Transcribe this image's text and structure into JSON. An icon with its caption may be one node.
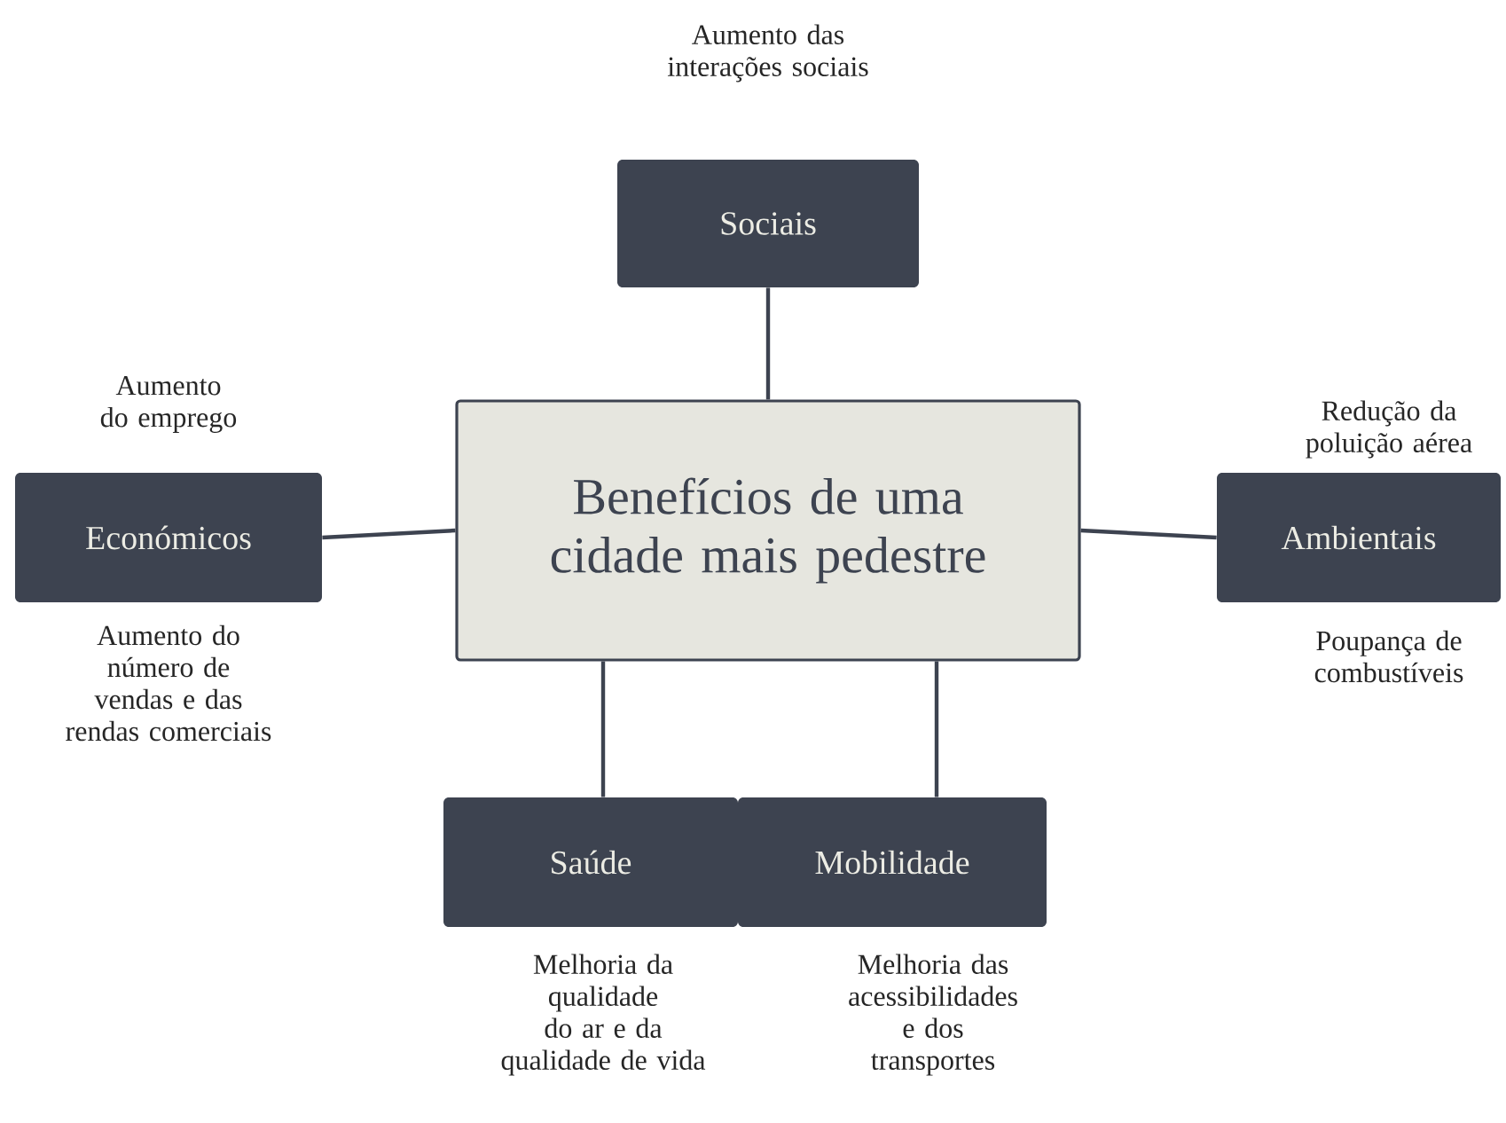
{
  "diagram": {
    "nodes": [
      {
        "text": [
          "Benefícios de uma cidade mais pedestre"
        ]
      },
      {
        "text": [
          "Sociais"
        ],
        "beside": [
          "Aumento das interações sociais"
        ]
      },
      {
        "text": [
          "Económicos"
        ],
        "beside": [
          "Aumento do emprego",
          "Aumento do número de vendas e das rendas comerciais"
        ]
      },
      {
        "text": [
          "Ambientais"
        ],
        "beside": [
          "Redução da poluição aérea",
          "Poupança de combustíveis"
        ]
      },
      {
        "text": [
          "Saúde"
        ],
        "beside": [
          "Melhoria da qualidade do ar e da qualidade de vida"
        ]
      },
      {
        "text": [
          "Mobilidade"
        ],
        "beside": [
          "Melhoria das acessibilidades e dos transportes"
        ]
      }
    ],
    "edges": [
      {
        "from": 0,
        "to": 1,
        "arrow": "none"
      },
      {
        "from": 0,
        "to": 2,
        "arrow": "none"
      },
      {
        "from": 0,
        "to": 3,
        "arrow": "none"
      },
      {
        "from": 0,
        "to": 4,
        "arrow": "none"
      },
      {
        "from": 0,
        "to": 5,
        "arrow": "none"
      }
    ]
  }
}
